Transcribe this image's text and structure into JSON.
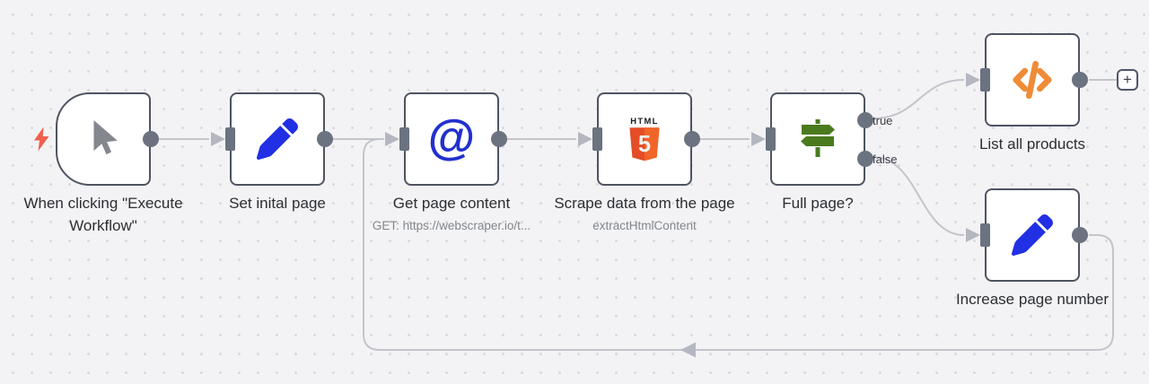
{
  "app": "workflow-canvas",
  "colors": {
    "background": "#f3f3f5",
    "grid_dots": "#d9d9dd",
    "connection": "#c3c5cc",
    "arrowhead": "#b4b7c0",
    "node_border": "#4e5462",
    "endpoint": "#6b7280",
    "label_text": "#2c2e33",
    "sublabel_text": "#82858d",
    "trigger_bolt": "#f0604d",
    "cursor_gray": "#85878f",
    "pencil_blue": "#2130e4",
    "at_blue": "#2330cf",
    "html5_dark_orange": "#e44d26",
    "html5_light_orange": "#f16529",
    "signpost_green": "#4a7a1e",
    "code_orange": "#ef8c38"
  },
  "nodes": [
    {
      "id": "manual-trigger",
      "label": "When clicking \"Execute Workflow\"",
      "icon": "cursor-icon"
    },
    {
      "id": "set-initial-page",
      "label": "Set inital page",
      "icon": "pencil-icon"
    },
    {
      "id": "get-page-content",
      "label": "Get page content",
      "subtitle": "GET: https://webscraper.io/t...",
      "icon": "at-icon"
    },
    {
      "id": "scrape-data-from-page",
      "label": "Scrape data from the page",
      "subtitle": "extractHtmlContent",
      "icon": "html5-icon"
    },
    {
      "id": "full-page-if",
      "label": "Full page?",
      "icon": "signpost-icon",
      "outputs": [
        {
          "label": "true"
        },
        {
          "label": "false"
        }
      ]
    },
    {
      "id": "list-all-products",
      "label": "List all products",
      "icon": "code-icon"
    },
    {
      "id": "increase-page-number",
      "label": "Increase page number",
      "icon": "pencil-icon"
    }
  ],
  "html5_badge": {
    "top_text": "HTML",
    "number": "5"
  },
  "add_button_label": "+"
}
